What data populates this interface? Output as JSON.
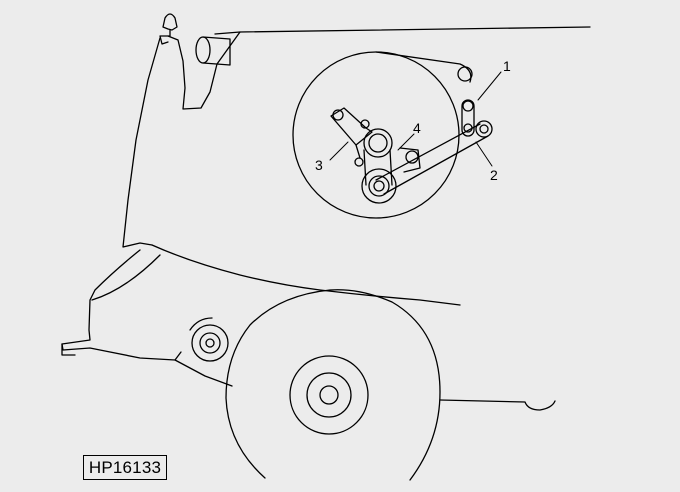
{
  "figure": {
    "reference_code": "HP16133",
    "callouts": [
      {
        "id": "1",
        "label": "1"
      },
      {
        "id": "2",
        "label": "2"
      },
      {
        "id": "3",
        "label": "3"
      },
      {
        "id": "4",
        "label": "4"
      }
    ],
    "colors": {
      "background": "#ececec",
      "line": "#000000"
    }
  }
}
